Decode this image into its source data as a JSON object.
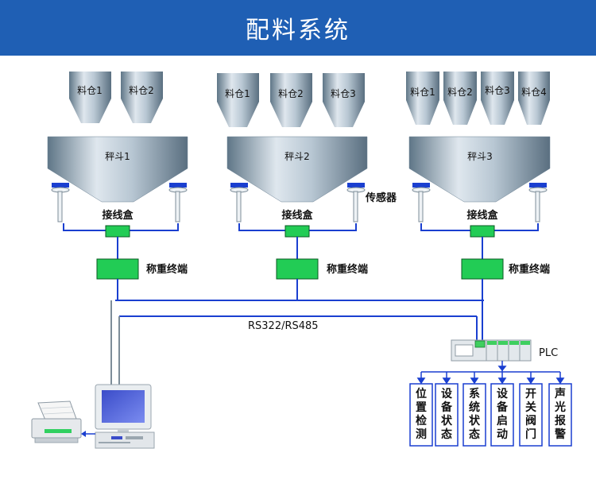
{
  "title": "配料系统",
  "groups": [
    {
      "silos": [
        "料仓1",
        "料仓2"
      ],
      "hopper": "秤斗1"
    },
    {
      "silos": [
        "料仓1",
        "料仓2",
        "料仓3"
      ],
      "hopper": "秤斗2"
    },
    {
      "silos": [
        "料仓1",
        "料仓2",
        "料仓3",
        "料仓4"
      ],
      "hopper": "秤斗3"
    }
  ],
  "sensor_label": "传感器",
  "junction_box_label": "接线盒",
  "terminal_label": "称重终端",
  "bus_label": "RS322/RS485",
  "plc_label": "PLC",
  "outputs": [
    "位置检测",
    "设备状态",
    "系统状态",
    "设备启动",
    "开关阀门",
    "声光报警"
  ],
  "colors": {
    "banner": "#1f5fb4",
    "bus": "#1a3fd0",
    "terminal": "#22cc55",
    "steel_light": "#c9d6e0",
    "steel_dark": "#5f7687"
  }
}
